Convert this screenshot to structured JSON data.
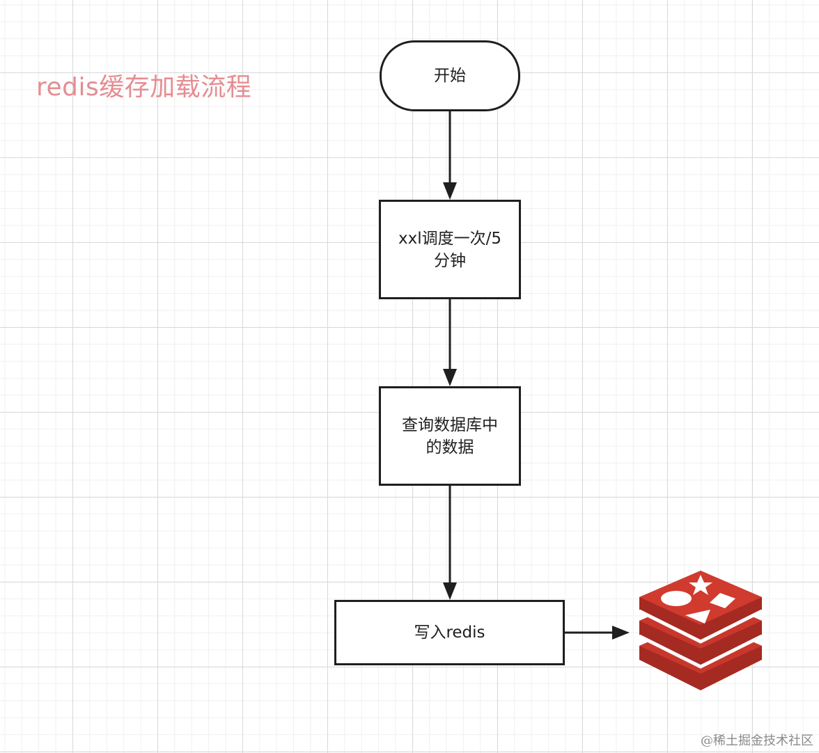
{
  "diagram": {
    "title": "redis缓存加载流程",
    "nodes": [
      {
        "id": "start",
        "shape": "rounded",
        "label": "开始"
      },
      {
        "id": "schedule",
        "shape": "rect",
        "label": "xxl调度一次/5分钟"
      },
      {
        "id": "query",
        "shape": "rect",
        "label": "查询数据库中的数据"
      },
      {
        "id": "write",
        "shape": "rect",
        "label": "写入redis"
      }
    ],
    "edges": [
      {
        "from": "start",
        "to": "schedule"
      },
      {
        "from": "schedule",
        "to": "query"
      },
      {
        "from": "query",
        "to": "write"
      },
      {
        "from": "write",
        "to": "redis-logo"
      }
    ],
    "logo": {
      "icon": "redis-logo-icon",
      "color": "#c9372c"
    }
  },
  "watermark": "@稀土掘金技术社区",
  "colors": {
    "title": "#e58d92",
    "stroke": "#1f1f1f",
    "redis_red": "#c9372c",
    "redis_dark": "#a42a22"
  }
}
